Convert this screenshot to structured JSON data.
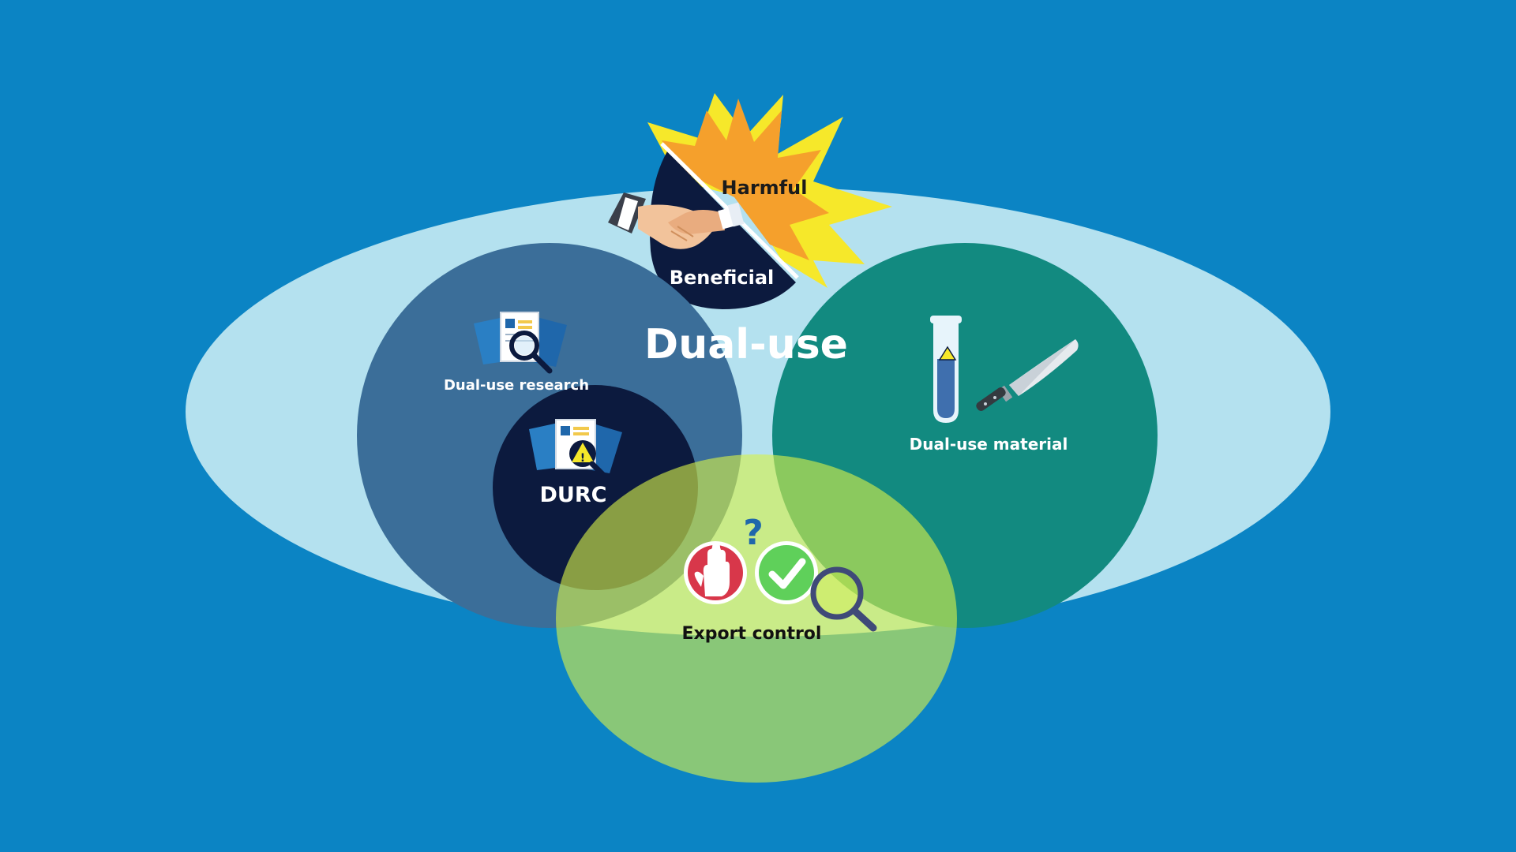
{
  "diagram": {
    "title": "Dual-use",
    "harmful_label": "Harmful",
    "beneficial_label": "Beneficial",
    "research_label": "Dual-use research",
    "durc_label": "DURC",
    "material_label": "Dual-use material",
    "export_label": "Export control",
    "question_mark": "?"
  },
  "colors": {
    "background": "#0b84c4",
    "outer_ellipse": "#b4e1ef",
    "research_circle": "#3b6e99",
    "durc_circle": "#0c1a3e",
    "material_circle": "#128a80",
    "export_circle": "#d6f048",
    "harmful_burst": "#f5a02c",
    "harmful_glow": "#f6e82a",
    "beneficial_shape": "#0c1a3e",
    "stop_sign": "#d8374a",
    "check_sign": "#5fd05a"
  },
  "icons": [
    "handshake-icon",
    "research-documents-icon",
    "durc-documents-icon",
    "test-tube-icon",
    "knife-icon",
    "stop-hand-icon",
    "checkmark-icon",
    "magnifier-icon"
  ]
}
